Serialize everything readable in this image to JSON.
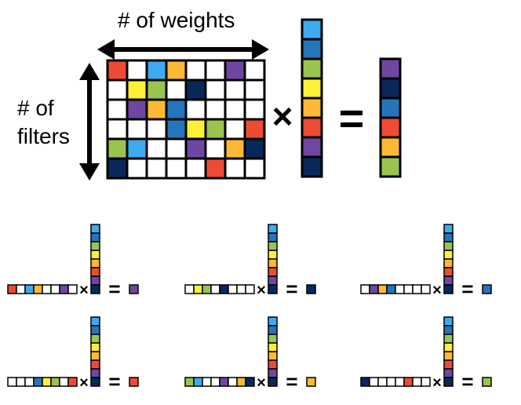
{
  "colors": {
    "R": "#ee4b34",
    "Y": "#fef035",
    "G": "#9bc44f",
    "O": "#fbb935",
    "S": "#3eaaf0",
    "M": "#2475bb",
    "N": "#08285a",
    "P": "#6f46a2",
    "W": "#ffffff"
  },
  "labels": {
    "weights": "# of weights",
    "filters": "# of\nfilters",
    "times": "×",
    "equals": "="
  },
  "matrix": [
    [
      "R",
      "W",
      "S",
      "O",
      "W",
      "W",
      "P",
      "W"
    ],
    [
      "W",
      "Y",
      "G",
      "W",
      "N",
      "W",
      "W",
      "W"
    ],
    [
      "W",
      "P",
      "O",
      "M",
      "W",
      "W",
      "W",
      "W"
    ],
    [
      "W",
      "W",
      "W",
      "M",
      "Y",
      "G",
      "W",
      "R"
    ],
    [
      "G",
      "S",
      "W",
      "W",
      "P",
      "W",
      "O",
      "N"
    ],
    [
      "N",
      "W",
      "W",
      "W",
      "W",
      "R",
      "W",
      "W"
    ]
  ],
  "vector": [
    "S",
    "M",
    "G",
    "Y",
    "O",
    "R",
    "P",
    "N"
  ],
  "result": [
    "P",
    "N",
    "M",
    "R",
    "O",
    "G"
  ],
  "small_eqs": [
    {
      "row": [
        "R",
        "W",
        "S",
        "O",
        "W",
        "W",
        "P",
        "W"
      ],
      "result": "P"
    },
    {
      "row": [
        "W",
        "Y",
        "G",
        "W",
        "N",
        "W",
        "W",
        "W"
      ],
      "result": "N"
    },
    {
      "row": [
        "W",
        "P",
        "O",
        "M",
        "W",
        "W",
        "W",
        "W"
      ],
      "result": "M"
    },
    {
      "row": [
        "W",
        "W",
        "W",
        "M",
        "Y",
        "G",
        "W",
        "R"
      ],
      "result": "R"
    },
    {
      "row": [
        "G",
        "S",
        "W",
        "W",
        "P",
        "W",
        "O",
        "N"
      ],
      "result": "O"
    },
    {
      "row": [
        "N",
        "W",
        "W",
        "W",
        "W",
        "R",
        "W",
        "W"
      ],
      "result": "G"
    }
  ]
}
